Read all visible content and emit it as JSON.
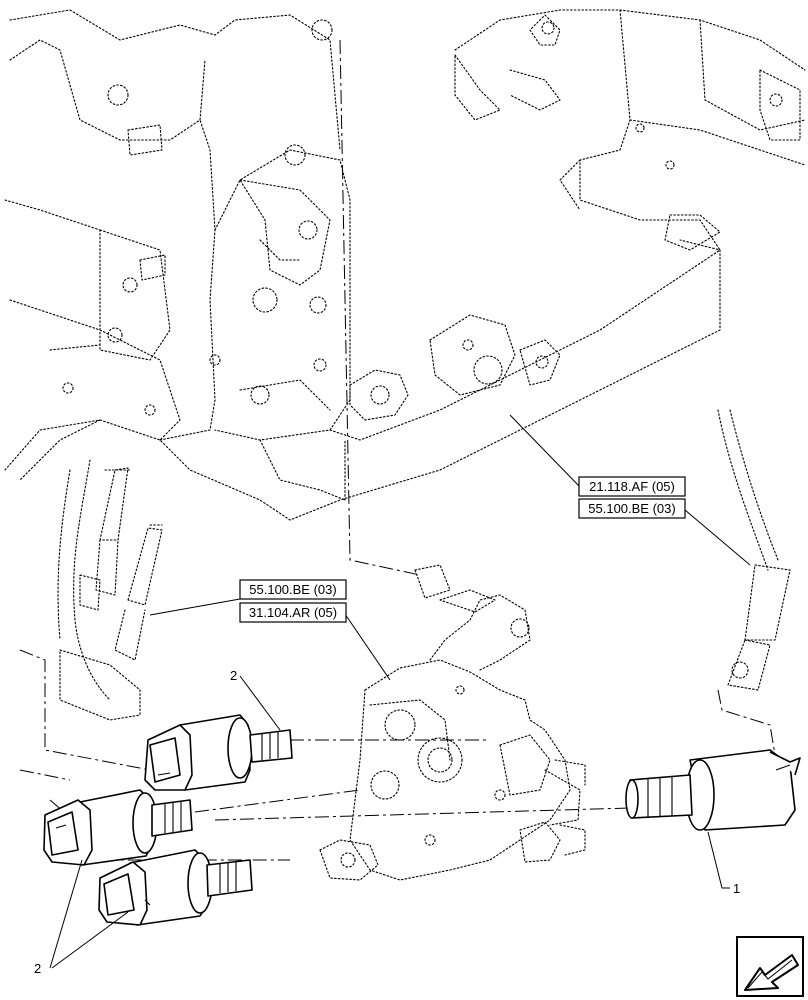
{
  "references": [
    {
      "id": "ref-21-118-af",
      "text": "21.118.AF (05)"
    },
    {
      "id": "ref-55-100-be-right",
      "text": "55.100.BE (03)"
    },
    {
      "id": "ref-55-100-be-left",
      "text": "55.100.BE (03)"
    },
    {
      "id": "ref-31-104-ar",
      "text": "31.104.AR (05)"
    }
  ],
  "item_numbers": {
    "solenoid_top": "2",
    "solenoid_group": "2",
    "solenoid_right": "1"
  },
  "nav_icon": "next-page-arrow-icon"
}
